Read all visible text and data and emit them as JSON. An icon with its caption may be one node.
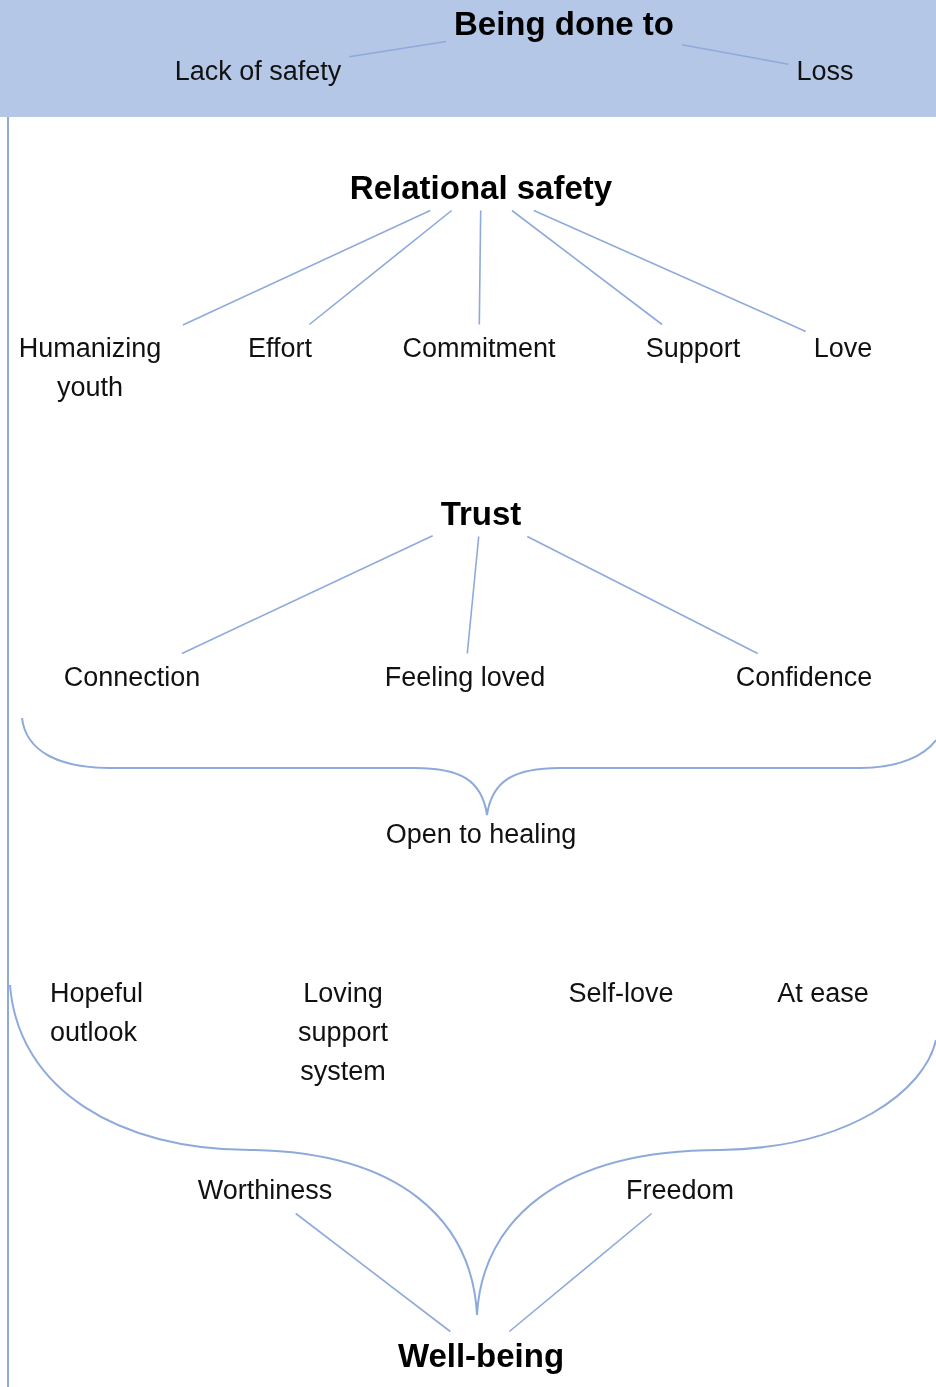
{
  "diagram": {
    "nodes": [
      {
        "text": [
          "Being done to"
        ]
      },
      {
        "text": [
          "Lack of safety"
        ]
      },
      {
        "text": [
          "Loss"
        ]
      },
      {
        "text": [
          "Relational safety"
        ]
      },
      {
        "text": [
          "Humanizing youth"
        ]
      },
      {
        "text": [
          "Effort"
        ]
      },
      {
        "text": [
          "Commitment"
        ]
      },
      {
        "text": [
          "Support"
        ]
      },
      {
        "text": [
          "Love"
        ]
      },
      {
        "text": [
          "Trust"
        ]
      },
      {
        "text": [
          "Connection"
        ]
      },
      {
        "text": [
          "Feeling loved"
        ]
      },
      {
        "text": [
          "Confidence"
        ]
      },
      {
        "text": [
          "Worthiness"
        ]
      },
      {
        "text": [
          "Freedom"
        ]
      },
      {
        "text": [
          "Well-being"
        ]
      }
    ],
    "edges": [
      {
        "from": 0,
        "to": 1,
        "arrow": "none"
      },
      {
        "from": 0,
        "to": 2,
        "arrow": "none"
      },
      {
        "from": 3,
        "to": 4,
        "arrow": "none"
      },
      {
        "from": 3,
        "to": 5,
        "arrow": "none"
      },
      {
        "from": 3,
        "to": 6,
        "arrow": "none"
      },
      {
        "from": 3,
        "to": 7,
        "arrow": "none"
      },
      {
        "from": 3,
        "to": 8,
        "arrow": "none"
      },
      {
        "from": 9,
        "to": 10,
        "arrow": "none"
      },
      {
        "from": 9,
        "to": 11,
        "arrow": "none"
      },
      {
        "from": 9,
        "to": 12,
        "arrow": "none"
      },
      {
        "from": 13,
        "to": 15,
        "arrow": "none"
      },
      {
        "from": 14,
        "to": 15,
        "arrow": "none"
      }
    ],
    "labels": [
      "Open to healing",
      "Hopeful outlook",
      "Loving support system",
      "Self-love",
      "At ease"
    ]
  }
}
